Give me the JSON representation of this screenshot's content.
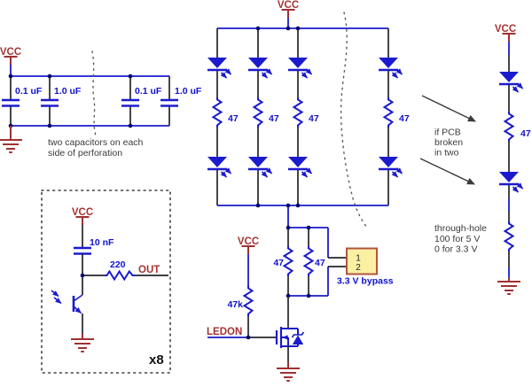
{
  "colors": {
    "wire_blue": "#1b1bcd",
    "power_dark_red": "#a63232",
    "lead_black": "#26262a",
    "junction_navy": "#00006e",
    "connector_fill_yellow": "#fbf0a2",
    "connector_border": "#b3543f",
    "annotation_gray": "#3a3a3a"
  },
  "nets": {
    "vcc": "VCC",
    "ledon": "LEDON",
    "out": "OUT"
  },
  "decoupling": {
    "caps": [
      "0.1 uF",
      "1.0 uF",
      "0.1 uF",
      "1.0 uF"
    ],
    "note1": "two capacitors on each",
    "note2": "side of perforation"
  },
  "array": {
    "resistors": [
      "47",
      "47",
      "47",
      "47"
    ]
  },
  "breakaway": {
    "resistor": "47",
    "break1": "if PCB",
    "break2": "broken",
    "break3": "in two",
    "th1": "through-hole",
    "th2": "100 for 5 V",
    "th3": "0 for 3.3 V"
  },
  "driver": {
    "pullup": "47k",
    "r_left": "47",
    "r_right": "47",
    "pin1": "1",
    "pin2": "2",
    "bypass": "3.3 V bypass"
  },
  "sensor": {
    "cap": "10 nF",
    "resistor": "220",
    "multiplier": "x8"
  }
}
